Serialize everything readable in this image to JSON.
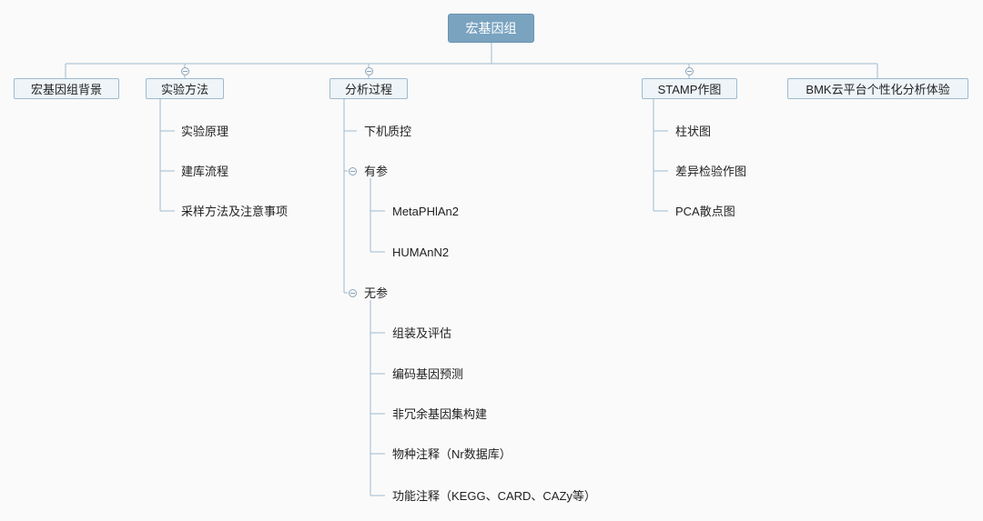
{
  "root": {
    "label": "宏基因组"
  },
  "branches": {
    "background": {
      "label": "宏基因组背景"
    },
    "methods": {
      "label": "实验方法",
      "children": [
        "实验原理",
        "建库流程",
        "采样方法及注意事项"
      ]
    },
    "analysis": {
      "label": "分析过程",
      "qc": "下机质控",
      "with_ref": {
        "label": "有参",
        "children": [
          "MetaPHlAn2",
          "HUMAnN2"
        ]
      },
      "no_ref": {
        "label": "无参",
        "children": [
          "组装及评估",
          "编码基因预测",
          "非冗余基因集构建",
          "物种注释（Nr数据库）",
          "功能注释（KEGG、CARD、CAZy等）"
        ]
      }
    },
    "stamp": {
      "label": "STAMP作图",
      "children": [
        "柱状图",
        "差异检验作图",
        "PCA散点图"
      ]
    },
    "bmk": {
      "label": "BMK云平台个性化分析体验"
    }
  },
  "colors": {
    "root_fill": "#7aa3c0",
    "branch_fill": "#eef4f8",
    "line": "#9dbbd0"
  },
  "icons": {
    "collapse": "circle-minus-icon"
  }
}
